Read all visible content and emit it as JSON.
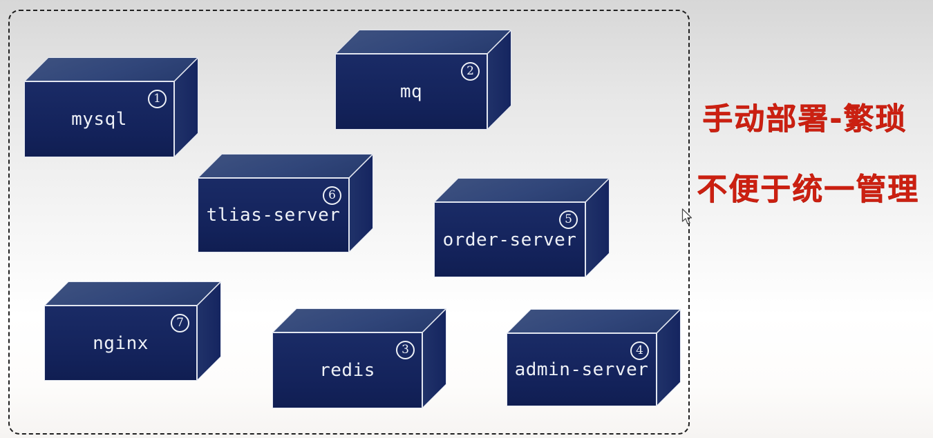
{
  "diagram": {
    "boxes": [
      {
        "name": "mysql",
        "label": "mysql",
        "number": "1"
      },
      {
        "name": "mq",
        "label": "mq",
        "number": "2"
      },
      {
        "name": "tlias-server",
        "label": "tlias-server",
        "number": "6"
      },
      {
        "name": "order-server",
        "label": "order-server",
        "number": "5"
      },
      {
        "name": "nginx",
        "label": "nginx",
        "number": "7"
      },
      {
        "name": "redis",
        "label": "redis",
        "number": "3"
      },
      {
        "name": "admin-server",
        "label": "admin-server",
        "number": "4"
      }
    ]
  },
  "annotations": {
    "lines": [
      "手动部署-繁琐",
      "不便于统一管理"
    ],
    "color": "#cb2011"
  },
  "colors": {
    "box_front": "#15245c",
    "box_top": "#31457a",
    "box_side": "#1b2c66",
    "edge_line": "#e3e7f1",
    "dashed_border": "#1f1f1f",
    "background_top": "#d7d7d7",
    "background_bottom": "#f6f4f2"
  },
  "icons": {
    "cursor": "arrow-pointer-icon"
  }
}
